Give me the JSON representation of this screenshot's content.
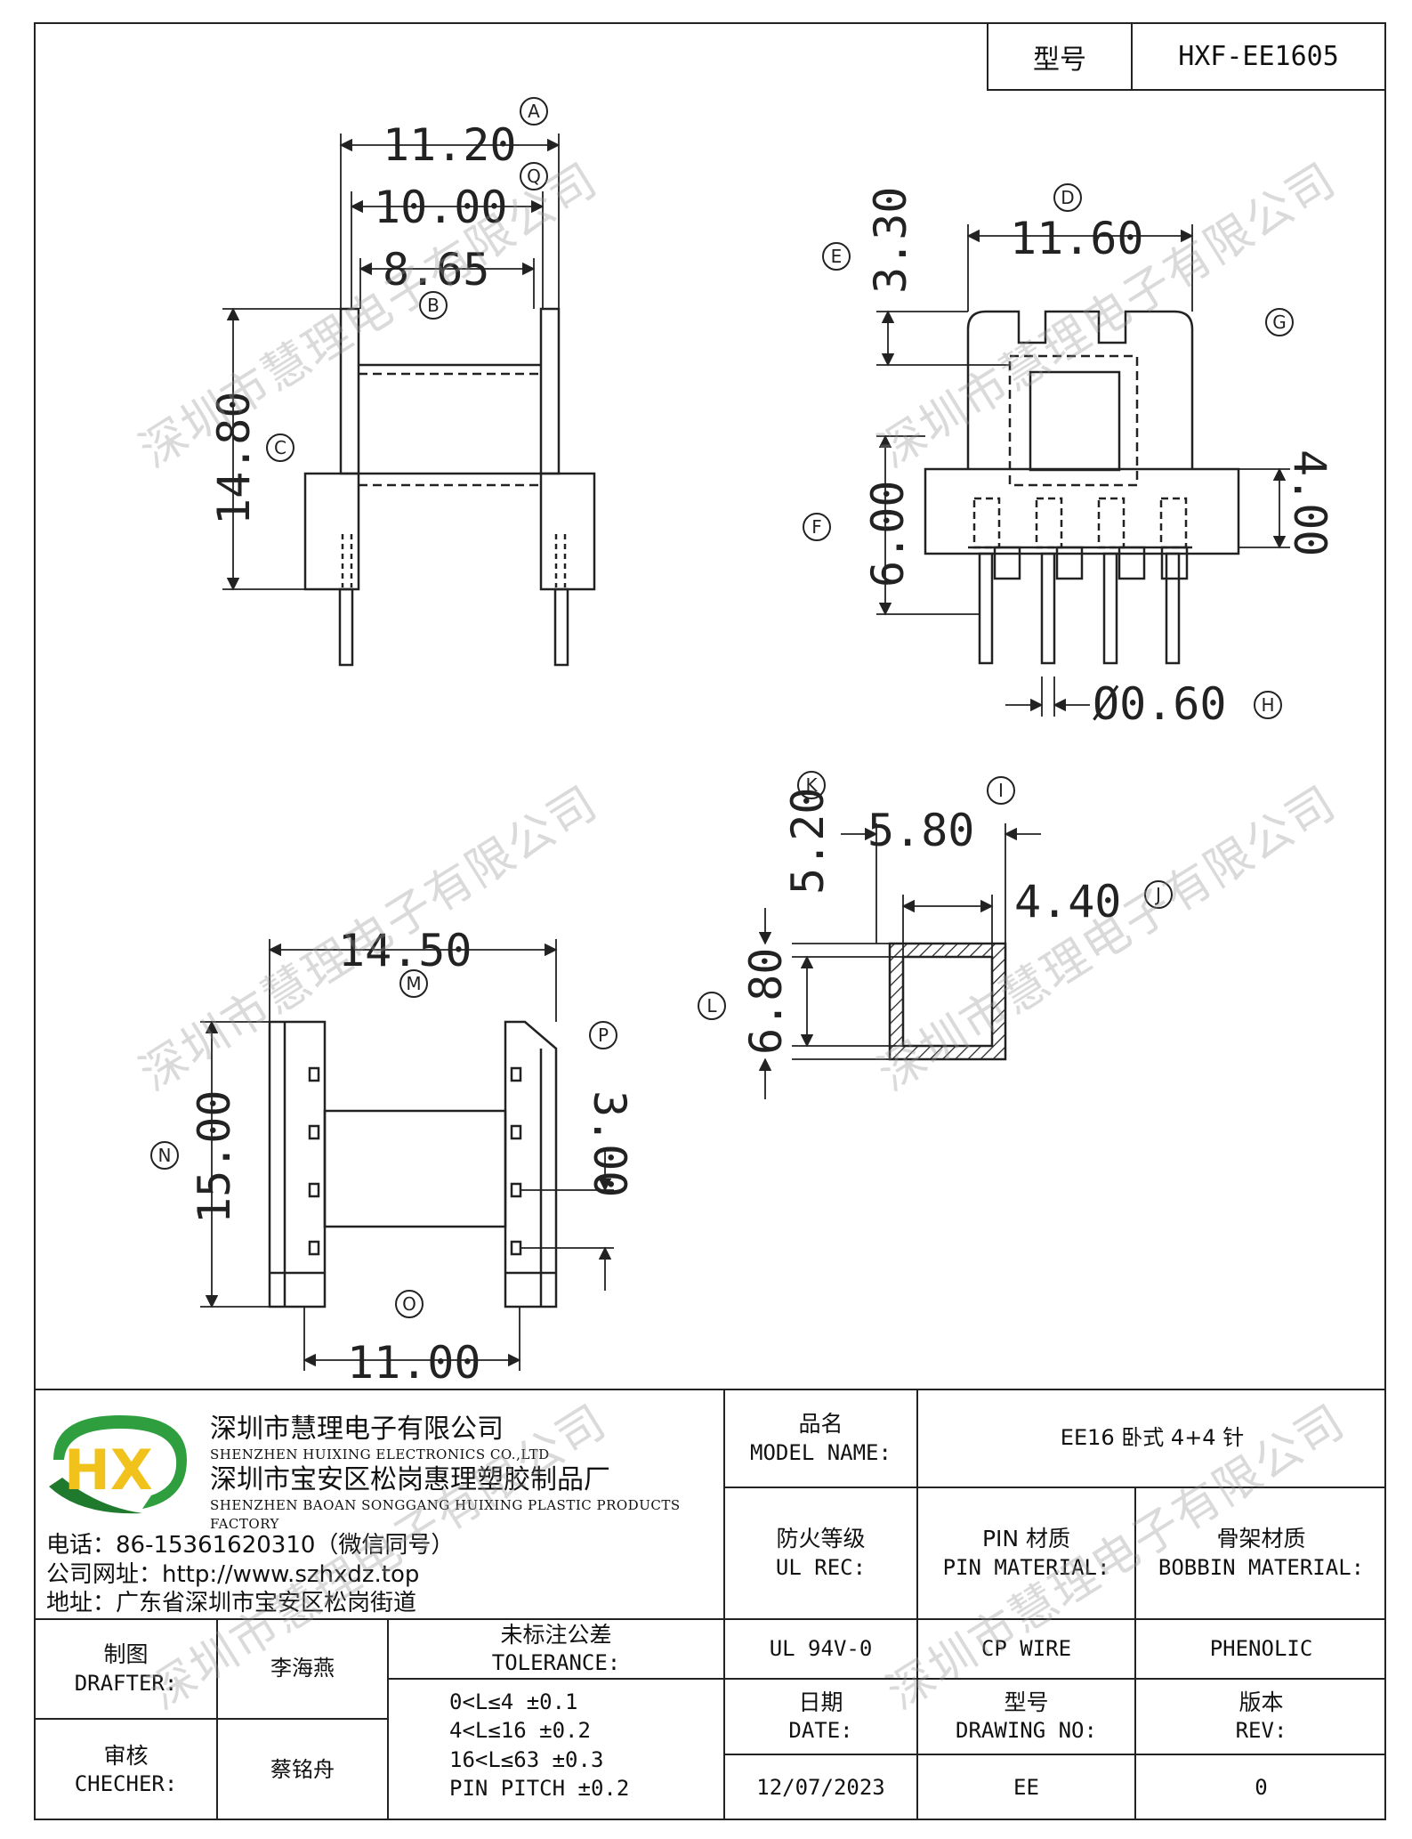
{
  "header": {
    "model_label": "型号",
    "model_value": "HXF-EE1605"
  },
  "dimensions": {
    "A": "11.20",
    "Q": "10.00",
    "B": "8.65",
    "C": "14.80",
    "D": "11.60",
    "E": "3.30",
    "G": "4.00",
    "F": "6.00",
    "H": "Ø0.60",
    "K": "5.20",
    "I": "5.80",
    "J": "4.40",
    "L": "6.80",
    "M": "14.50",
    "N": "15.00",
    "P": "3.00",
    "O": "11.00"
  },
  "dimension_letters": [
    "A",
    "Q",
    "B",
    "C",
    "D",
    "E",
    "G",
    "F",
    "H",
    "K",
    "I",
    "J",
    "L",
    "M",
    "N",
    "P",
    "O"
  ],
  "company": {
    "name_cn": "深圳市慧理电子有限公司",
    "name_en": "SHENZHEN HUIXING ELECTRONICS CO.,LTD",
    "factory_cn": "深圳市宝安区松岗惠理塑胶制品厂",
    "factory_en": "SHENZHEN BAOAN SONGGANG HUIXING PLASTIC PRODUCTS FACTORY",
    "phone": "电话：86-15361620310（微信同号）",
    "website": "公司网址：http://www.szhxdz.top",
    "address": "地址：广东省深圳市宝安区松岗街道",
    "logo_letters": "HX"
  },
  "title_block": {
    "model_name_cn": "品名",
    "model_name_en": "MODEL NAME:",
    "model_name_value": "EE16 卧式 4+4 针",
    "fire_cn": "防火等级",
    "fire_en": "UL REC:",
    "pin_mat_cn": "PIN 材质",
    "pin_mat_en": "PIN MATERIAL:",
    "bobbin_mat_cn": "骨架材质",
    "bobbin_mat_en": "BOBBIN MATERIAL:",
    "fire_value": "UL 94V-0",
    "pin_value": "CP WIRE",
    "bobbin_value": "PHENOLIC",
    "date_cn": "日期",
    "date_en": "DATE:",
    "drawing_cn": "型号",
    "drawing_en": "DRAWING NO:",
    "rev_cn": "版本",
    "rev_en": "REV:",
    "date_value": "12/07/2023",
    "drawing_value": "EE",
    "rev_value": "0",
    "drafter_cn": "制图",
    "drafter_en": "DRAFTER:",
    "drafter_value": "李海燕",
    "checker_cn": "审核",
    "checker_en": "CHECHER:",
    "checker_value": "蔡铭舟",
    "tolerance_cn": "未标注公差",
    "tolerance_en": "TOLERANCE:",
    "tolerances": [
      "0<L≤4  ±0.1",
      "4<L≤16 ±0.2",
      "16<L≤63 ±0.3",
      "PIN PITCH ±0.2"
    ]
  },
  "watermark": "深圳市慧理电子有限公司"
}
